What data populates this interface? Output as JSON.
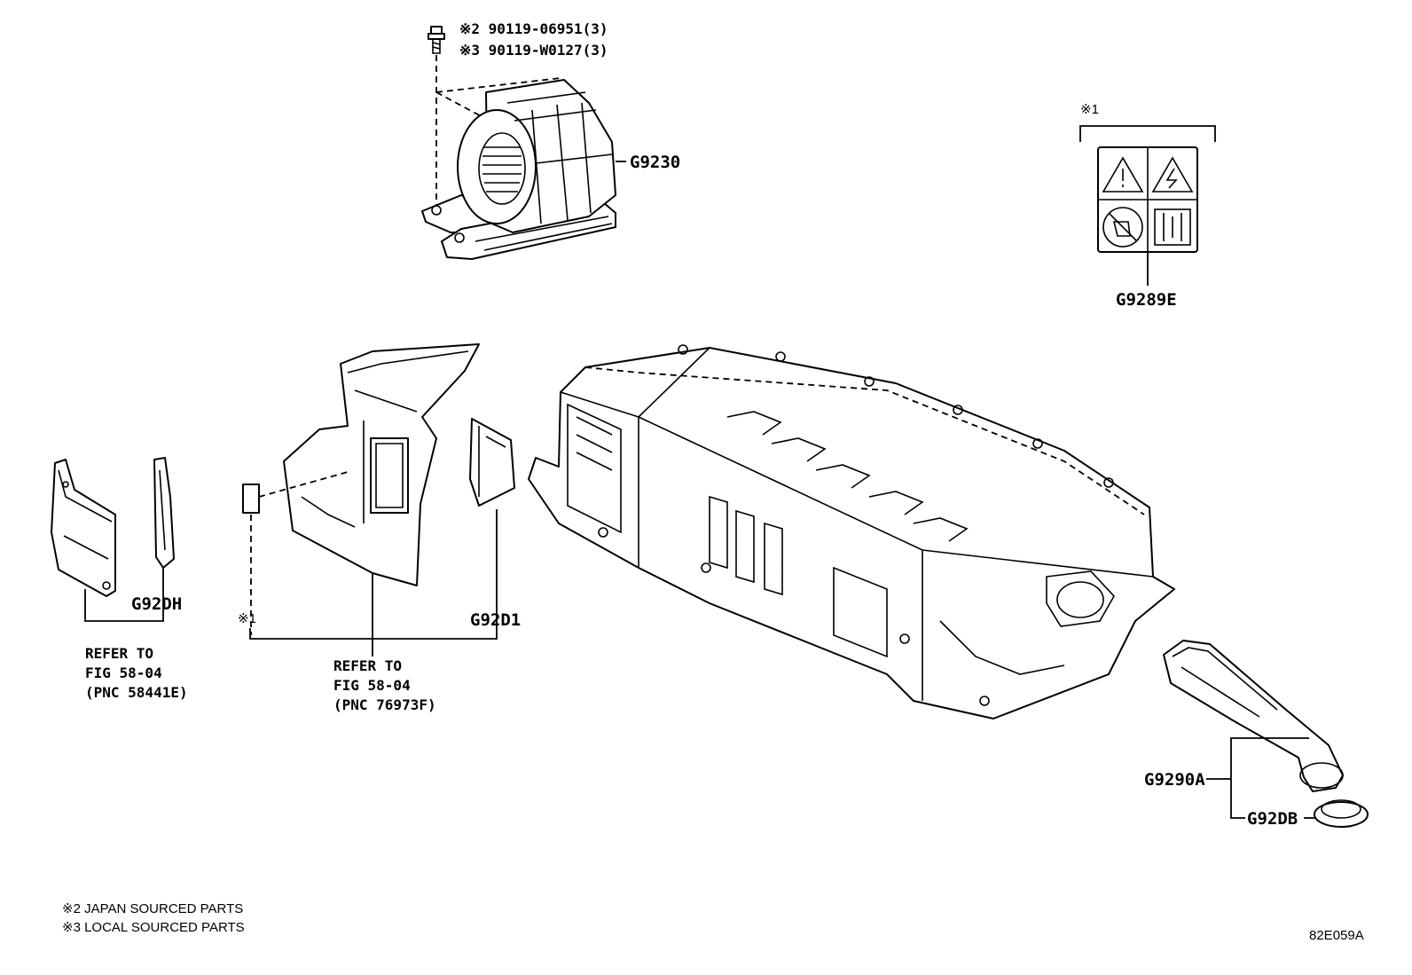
{
  "callouts": {
    "bolt_japan": "※2 90119-06951(3)",
    "bolt_local": "※3 90119-W0127(3)",
    "blower": "G9230",
    "caution_label_mark": "※1",
    "caution_label": "G9289E",
    "cover_left": "G92DH",
    "cover_mark": "※1",
    "duct_cover": "G92D1",
    "intake_duct": "G9290A",
    "duct_cap": "G92DB"
  },
  "refer_left": {
    "line1": "REFER TO",
    "line2": "FIG 58-04",
    "line3": "(PNC 58441E)"
  },
  "refer_center": {
    "line1": "REFER TO",
    "line2": "FIG 58-04",
    "line3": "(PNC 76973F)"
  },
  "notes": {
    "japan": "※2 JAPAN SOURCED PARTS",
    "local": "※3 LOCAL SOURCED PARTS"
  },
  "figure_id": "82E059A",
  "icons": [
    "warning-triangle-icon",
    "high-voltage-icon",
    "no-disassembly-icon",
    "battery-service-icon"
  ]
}
